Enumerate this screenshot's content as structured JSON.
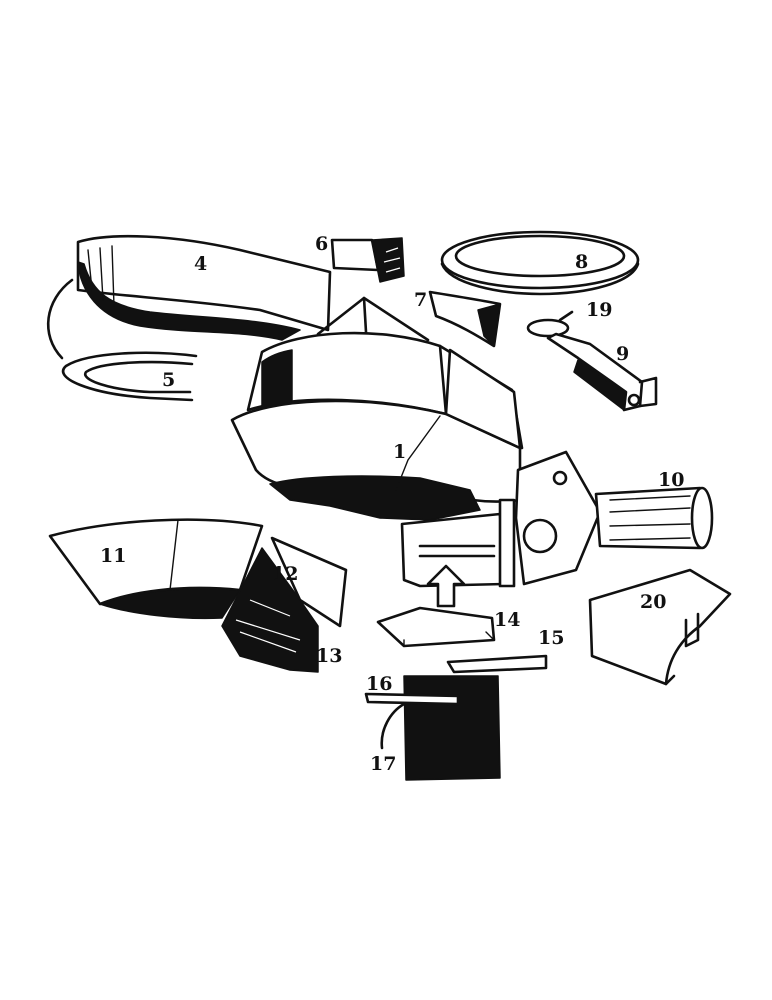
{
  "labels": {
    "part_1": "1",
    "part_4": "4",
    "part_5": "5",
    "part_6": "6",
    "part_7": "7",
    "part_8": "8",
    "part_9": "9",
    "part_10": "10",
    "part_11": "11",
    "part_12": "12",
    "part_13": "13",
    "part_14": "14",
    "part_15": "15",
    "part_16": "16",
    "part_17": "17",
    "part_19": "19",
    "part_20": "20"
  },
  "colors": {
    "ink": "#111111",
    "paper": "#ffffff"
  }
}
